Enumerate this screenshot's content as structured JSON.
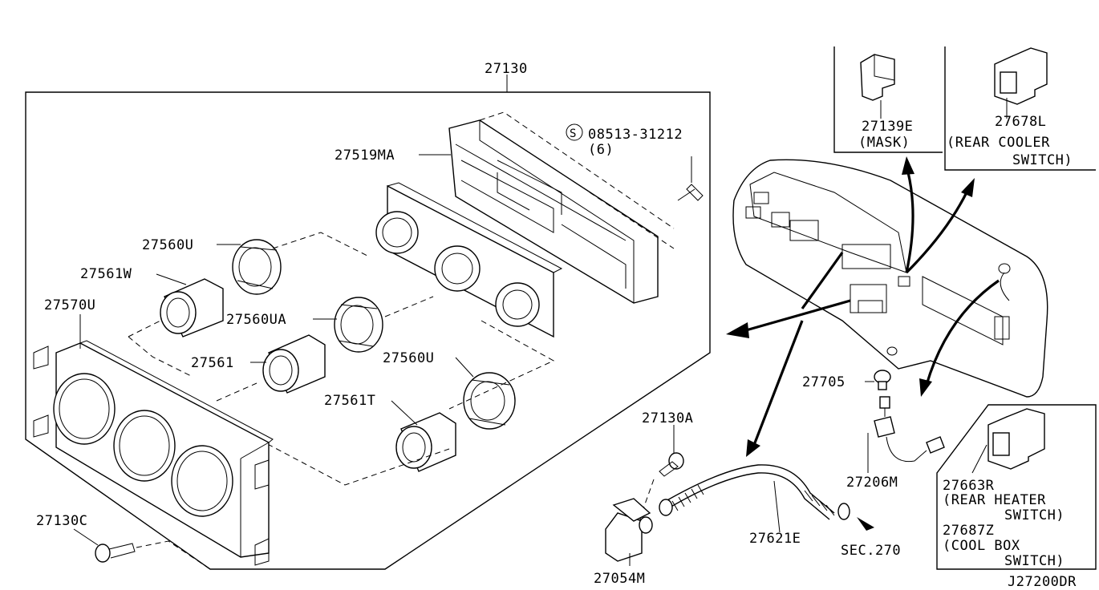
{
  "labels": {
    "p27130": "27130",
    "p27519MA": "27519MA",
    "screw_code": "08513-31212",
    "screw_qty": "(6)",
    "p27560U_a": "27560U",
    "p27561W": "27561W",
    "p27570U": "27570U",
    "p27560UA": "27560UA",
    "p27561": "27561",
    "p27560U_b": "27560U",
    "p27561T": "27561T",
    "p27130C": "27130C",
    "p27130A": "27130A",
    "p27054M": "27054M",
    "p27621E": "27621E",
    "sec270": "SEC.270",
    "p27705": "27705",
    "p27206M": "27206M",
    "p27139E": "27139E",
    "mask": "(MASK)",
    "p27678L": "27678L",
    "rear_cooler_1": "(REAR COOLER",
    "rear_cooler_2": "SWITCH)",
    "p27663R": "27663R",
    "rear_heater_1": "(REAR HEATER",
    "rear_heater_2": "SWITCH)",
    "p27687Z": "27687Z",
    "cool_box_1": "(COOL BOX",
    "cool_box_2": "SWITCH)",
    "diagram_code": "J27200DR"
  },
  "icons": {
    "screw_symbol": "S-circle-icon"
  }
}
